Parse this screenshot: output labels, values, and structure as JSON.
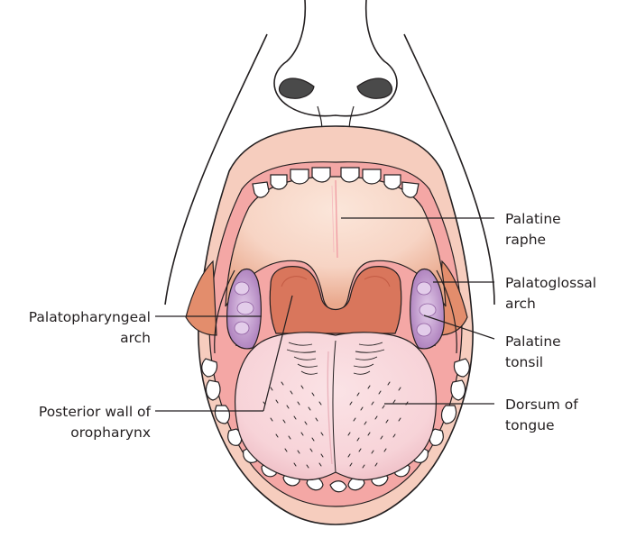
{
  "labels": {
    "palatine_raphe": [
      "Palatine",
      "raphe"
    ],
    "palatoglossal_arch": [
      "Palatoglossal",
      "arch"
    ],
    "palatopharyngeal_arch": [
      "Palatopharyngeal",
      "arch"
    ],
    "palatine_tonsil": [
      "Palatine",
      "tonsil"
    ],
    "posterior_wall": [
      "Posterior wall of",
      "oropharynx"
    ],
    "dorsum_of_tongue": [
      "Dorsum of",
      "tongue"
    ]
  },
  "colors": {
    "lip": "#f6cdbe",
    "palate": "#f7d4c4",
    "palate_highlight": "#fbe6da",
    "cheek_shadow": "#e38d6c",
    "pharynx": "#d9765c",
    "pharynx_dark": "#c25a43",
    "tonsil": "#b98ac7",
    "tonsil_light": "#dcc1e4",
    "tongue": "#f8d7dc",
    "tongue_shadow": "#eab4bd",
    "gum": "#f4a7a5",
    "outline": "#231f20",
    "leader_line": "#231f20"
  }
}
